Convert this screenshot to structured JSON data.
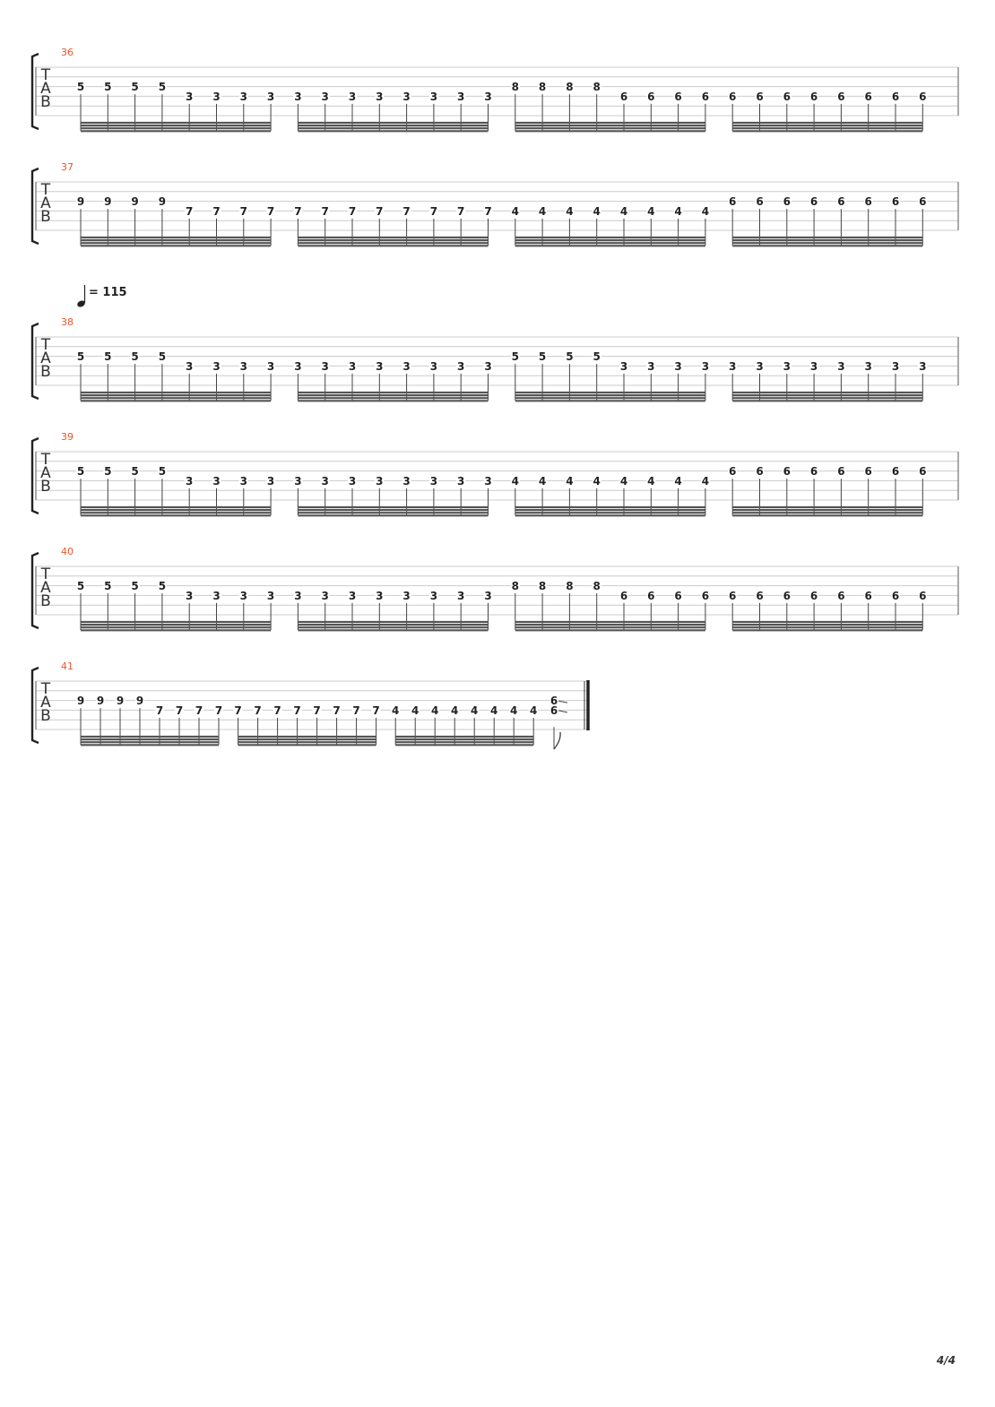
{
  "page_number": "4/4",
  "tab_clef": [
    "T",
    "A",
    "B"
  ],
  "tempo": {
    "value": "= 115",
    "icon": "quarter-note-icon"
  },
  "colors": {
    "measure_number": "#e8572a",
    "staff_line": "#cccccc",
    "note_text": "#222222",
    "beam": "#555555"
  },
  "systems": [
    {
      "measure": "36",
      "groups": [
        [
          {
            "f": "5",
            "s": 3
          },
          {
            "f": "5",
            "s": 3
          },
          {
            "f": "5",
            "s": 3
          },
          {
            "f": "5",
            "s": 3
          },
          {
            "f": "3",
            "s": 4
          },
          {
            "f": "3",
            "s": 4
          },
          {
            "f": "3",
            "s": 4
          },
          {
            "f": "3",
            "s": 4
          }
        ],
        [
          {
            "f": "3",
            "s": 4
          },
          {
            "f": "3",
            "s": 4
          },
          {
            "f": "3",
            "s": 4
          },
          {
            "f": "3",
            "s": 4
          },
          {
            "f": "3",
            "s": 4
          },
          {
            "f": "3",
            "s": 4
          },
          {
            "f": "3",
            "s": 4
          },
          {
            "f": "3",
            "s": 4
          }
        ],
        [
          {
            "f": "8",
            "s": 3
          },
          {
            "f": "8",
            "s": 3
          },
          {
            "f": "8",
            "s": 3
          },
          {
            "f": "8",
            "s": 3
          },
          {
            "f": "6",
            "s": 4
          },
          {
            "f": "6",
            "s": 4
          },
          {
            "f": "6",
            "s": 4
          },
          {
            "f": "6",
            "s": 4
          }
        ],
        [
          {
            "f": "6",
            "s": 4
          },
          {
            "f": "6",
            "s": 4
          },
          {
            "f": "6",
            "s": 4
          },
          {
            "f": "6",
            "s": 4
          },
          {
            "f": "6",
            "s": 4
          },
          {
            "f": "6",
            "s": 4
          },
          {
            "f": "6",
            "s": 4
          },
          {
            "f": "6",
            "s": 4
          }
        ]
      ]
    },
    {
      "measure": "37",
      "groups": [
        [
          {
            "f": "9",
            "s": 3
          },
          {
            "f": "9",
            "s": 3
          },
          {
            "f": "9",
            "s": 3
          },
          {
            "f": "9",
            "s": 3
          },
          {
            "f": "7",
            "s": 4
          },
          {
            "f": "7",
            "s": 4
          },
          {
            "f": "7",
            "s": 4
          },
          {
            "f": "7",
            "s": 4
          }
        ],
        [
          {
            "f": "7",
            "s": 4
          },
          {
            "f": "7",
            "s": 4
          },
          {
            "f": "7",
            "s": 4
          },
          {
            "f": "7",
            "s": 4
          },
          {
            "f": "7",
            "s": 4
          },
          {
            "f": "7",
            "s": 4
          },
          {
            "f": "7",
            "s": 4
          },
          {
            "f": "7",
            "s": 4
          }
        ],
        [
          {
            "f": "4",
            "s": 4
          },
          {
            "f": "4",
            "s": 4
          },
          {
            "f": "4",
            "s": 4
          },
          {
            "f": "4",
            "s": 4
          },
          {
            "f": "4",
            "s": 4
          },
          {
            "f": "4",
            "s": 4
          },
          {
            "f": "4",
            "s": 4
          },
          {
            "f": "4",
            "s": 4
          }
        ],
        [
          {
            "f": "6",
            "s": 3
          },
          {
            "f": "6",
            "s": 3
          },
          {
            "f": "6",
            "s": 3
          },
          {
            "f": "6",
            "s": 3
          },
          {
            "f": "6",
            "s": 3
          },
          {
            "f": "6",
            "s": 3
          },
          {
            "f": "6",
            "s": 3
          },
          {
            "f": "6",
            "s": 3
          }
        ]
      ]
    },
    {
      "measure": "38",
      "groups": [
        [
          {
            "f": "5",
            "s": 3
          },
          {
            "f": "5",
            "s": 3
          },
          {
            "f": "5",
            "s": 3
          },
          {
            "f": "5",
            "s": 3
          },
          {
            "f": "3",
            "s": 4
          },
          {
            "f": "3",
            "s": 4
          },
          {
            "f": "3",
            "s": 4
          },
          {
            "f": "3",
            "s": 4
          }
        ],
        [
          {
            "f": "3",
            "s": 4
          },
          {
            "f": "3",
            "s": 4
          },
          {
            "f": "3",
            "s": 4
          },
          {
            "f": "3",
            "s": 4
          },
          {
            "f": "3",
            "s": 4
          },
          {
            "f": "3",
            "s": 4
          },
          {
            "f": "3",
            "s": 4
          },
          {
            "f": "3",
            "s": 4
          }
        ],
        [
          {
            "f": "5",
            "s": 3
          },
          {
            "f": "5",
            "s": 3
          },
          {
            "f": "5",
            "s": 3
          },
          {
            "f": "5",
            "s": 3
          },
          {
            "f": "3",
            "s": 4
          },
          {
            "f": "3",
            "s": 4
          },
          {
            "f": "3",
            "s": 4
          },
          {
            "f": "3",
            "s": 4
          }
        ],
        [
          {
            "f": "3",
            "s": 4
          },
          {
            "f": "3",
            "s": 4
          },
          {
            "f": "3",
            "s": 4
          },
          {
            "f": "3",
            "s": 4
          },
          {
            "f": "3",
            "s": 4
          },
          {
            "f": "3",
            "s": 4
          },
          {
            "f": "3",
            "s": 4
          },
          {
            "f": "3",
            "s": 4
          }
        ]
      ]
    },
    {
      "measure": "39",
      "groups": [
        [
          {
            "f": "5",
            "s": 3
          },
          {
            "f": "5",
            "s": 3
          },
          {
            "f": "5",
            "s": 3
          },
          {
            "f": "5",
            "s": 3
          },
          {
            "f": "3",
            "s": 4
          },
          {
            "f": "3",
            "s": 4
          },
          {
            "f": "3",
            "s": 4
          },
          {
            "f": "3",
            "s": 4
          }
        ],
        [
          {
            "f": "3",
            "s": 4
          },
          {
            "f": "3",
            "s": 4
          },
          {
            "f": "3",
            "s": 4
          },
          {
            "f": "3",
            "s": 4
          },
          {
            "f": "3",
            "s": 4
          },
          {
            "f": "3",
            "s": 4
          },
          {
            "f": "3",
            "s": 4
          },
          {
            "f": "3",
            "s": 4
          }
        ],
        [
          {
            "f": "4",
            "s": 4
          },
          {
            "f": "4",
            "s": 4
          },
          {
            "f": "4",
            "s": 4
          },
          {
            "f": "4",
            "s": 4
          },
          {
            "f": "4",
            "s": 4
          },
          {
            "f": "4",
            "s": 4
          },
          {
            "f": "4",
            "s": 4
          },
          {
            "f": "4",
            "s": 4
          }
        ],
        [
          {
            "f": "6",
            "s": 3
          },
          {
            "f": "6",
            "s": 3
          },
          {
            "f": "6",
            "s": 3
          },
          {
            "f": "6",
            "s": 3
          },
          {
            "f": "6",
            "s": 3
          },
          {
            "f": "6",
            "s": 3
          },
          {
            "f": "6",
            "s": 3
          },
          {
            "f": "6",
            "s": 3
          }
        ]
      ]
    },
    {
      "measure": "40",
      "groups": [
        [
          {
            "f": "5",
            "s": 3
          },
          {
            "f": "5",
            "s": 3
          },
          {
            "f": "5",
            "s": 3
          },
          {
            "f": "5",
            "s": 3
          },
          {
            "f": "3",
            "s": 4
          },
          {
            "f": "3",
            "s": 4
          },
          {
            "f": "3",
            "s": 4
          },
          {
            "f": "3",
            "s": 4
          }
        ],
        [
          {
            "f": "3",
            "s": 4
          },
          {
            "f": "3",
            "s": 4
          },
          {
            "f": "3",
            "s": 4
          },
          {
            "f": "3",
            "s": 4
          },
          {
            "f": "3",
            "s": 4
          },
          {
            "f": "3",
            "s": 4
          },
          {
            "f": "3",
            "s": 4
          },
          {
            "f": "3",
            "s": 4
          }
        ],
        [
          {
            "f": "8",
            "s": 3
          },
          {
            "f": "8",
            "s": 3
          },
          {
            "f": "8",
            "s": 3
          },
          {
            "f": "8",
            "s": 3
          },
          {
            "f": "6",
            "s": 4
          },
          {
            "f": "6",
            "s": 4
          },
          {
            "f": "6",
            "s": 4
          },
          {
            "f": "6",
            "s": 4
          }
        ],
        [
          {
            "f": "6",
            "s": 4
          },
          {
            "f": "6",
            "s": 4
          },
          {
            "f": "6",
            "s": 4
          },
          {
            "f": "6",
            "s": 4
          },
          {
            "f": "6",
            "s": 4
          },
          {
            "f": "6",
            "s": 4
          },
          {
            "f": "6",
            "s": 4
          },
          {
            "f": "6",
            "s": 4
          }
        ]
      ]
    },
    {
      "measure": "41",
      "groups": [
        [
          {
            "f": "9",
            "s": 3
          },
          {
            "f": "9",
            "s": 3
          },
          {
            "f": "9",
            "s": 3
          },
          {
            "f": "9",
            "s": 3
          },
          {
            "f": "7",
            "s": 4
          },
          {
            "f": "7",
            "s": 4
          },
          {
            "f": "7",
            "s": 4
          },
          {
            "f": "7",
            "s": 4
          }
        ],
        [
          {
            "f": "7",
            "s": 4
          },
          {
            "f": "7",
            "s": 4
          },
          {
            "f": "7",
            "s": 4
          },
          {
            "f": "7",
            "s": 4
          },
          {
            "f": "7",
            "s": 4
          },
          {
            "f": "7",
            "s": 4
          },
          {
            "f": "7",
            "s": 4
          },
          {
            "f": "7",
            "s": 4
          }
        ],
        [
          {
            "f": "4",
            "s": 4
          },
          {
            "f": "4",
            "s": 4
          },
          {
            "f": "4",
            "s": 4
          },
          {
            "f": "4",
            "s": 4
          },
          {
            "f": "4",
            "s": 4
          },
          {
            "f": "4",
            "s": 4
          },
          {
            "f": "4",
            "s": 4
          },
          {
            "f": "4",
            "s": 4
          }
        ]
      ],
      "final_chord": [
        {
          "f": "6",
          "s": 3
        },
        {
          "f": "6",
          "s": 4
        }
      ]
    }
  ]
}
